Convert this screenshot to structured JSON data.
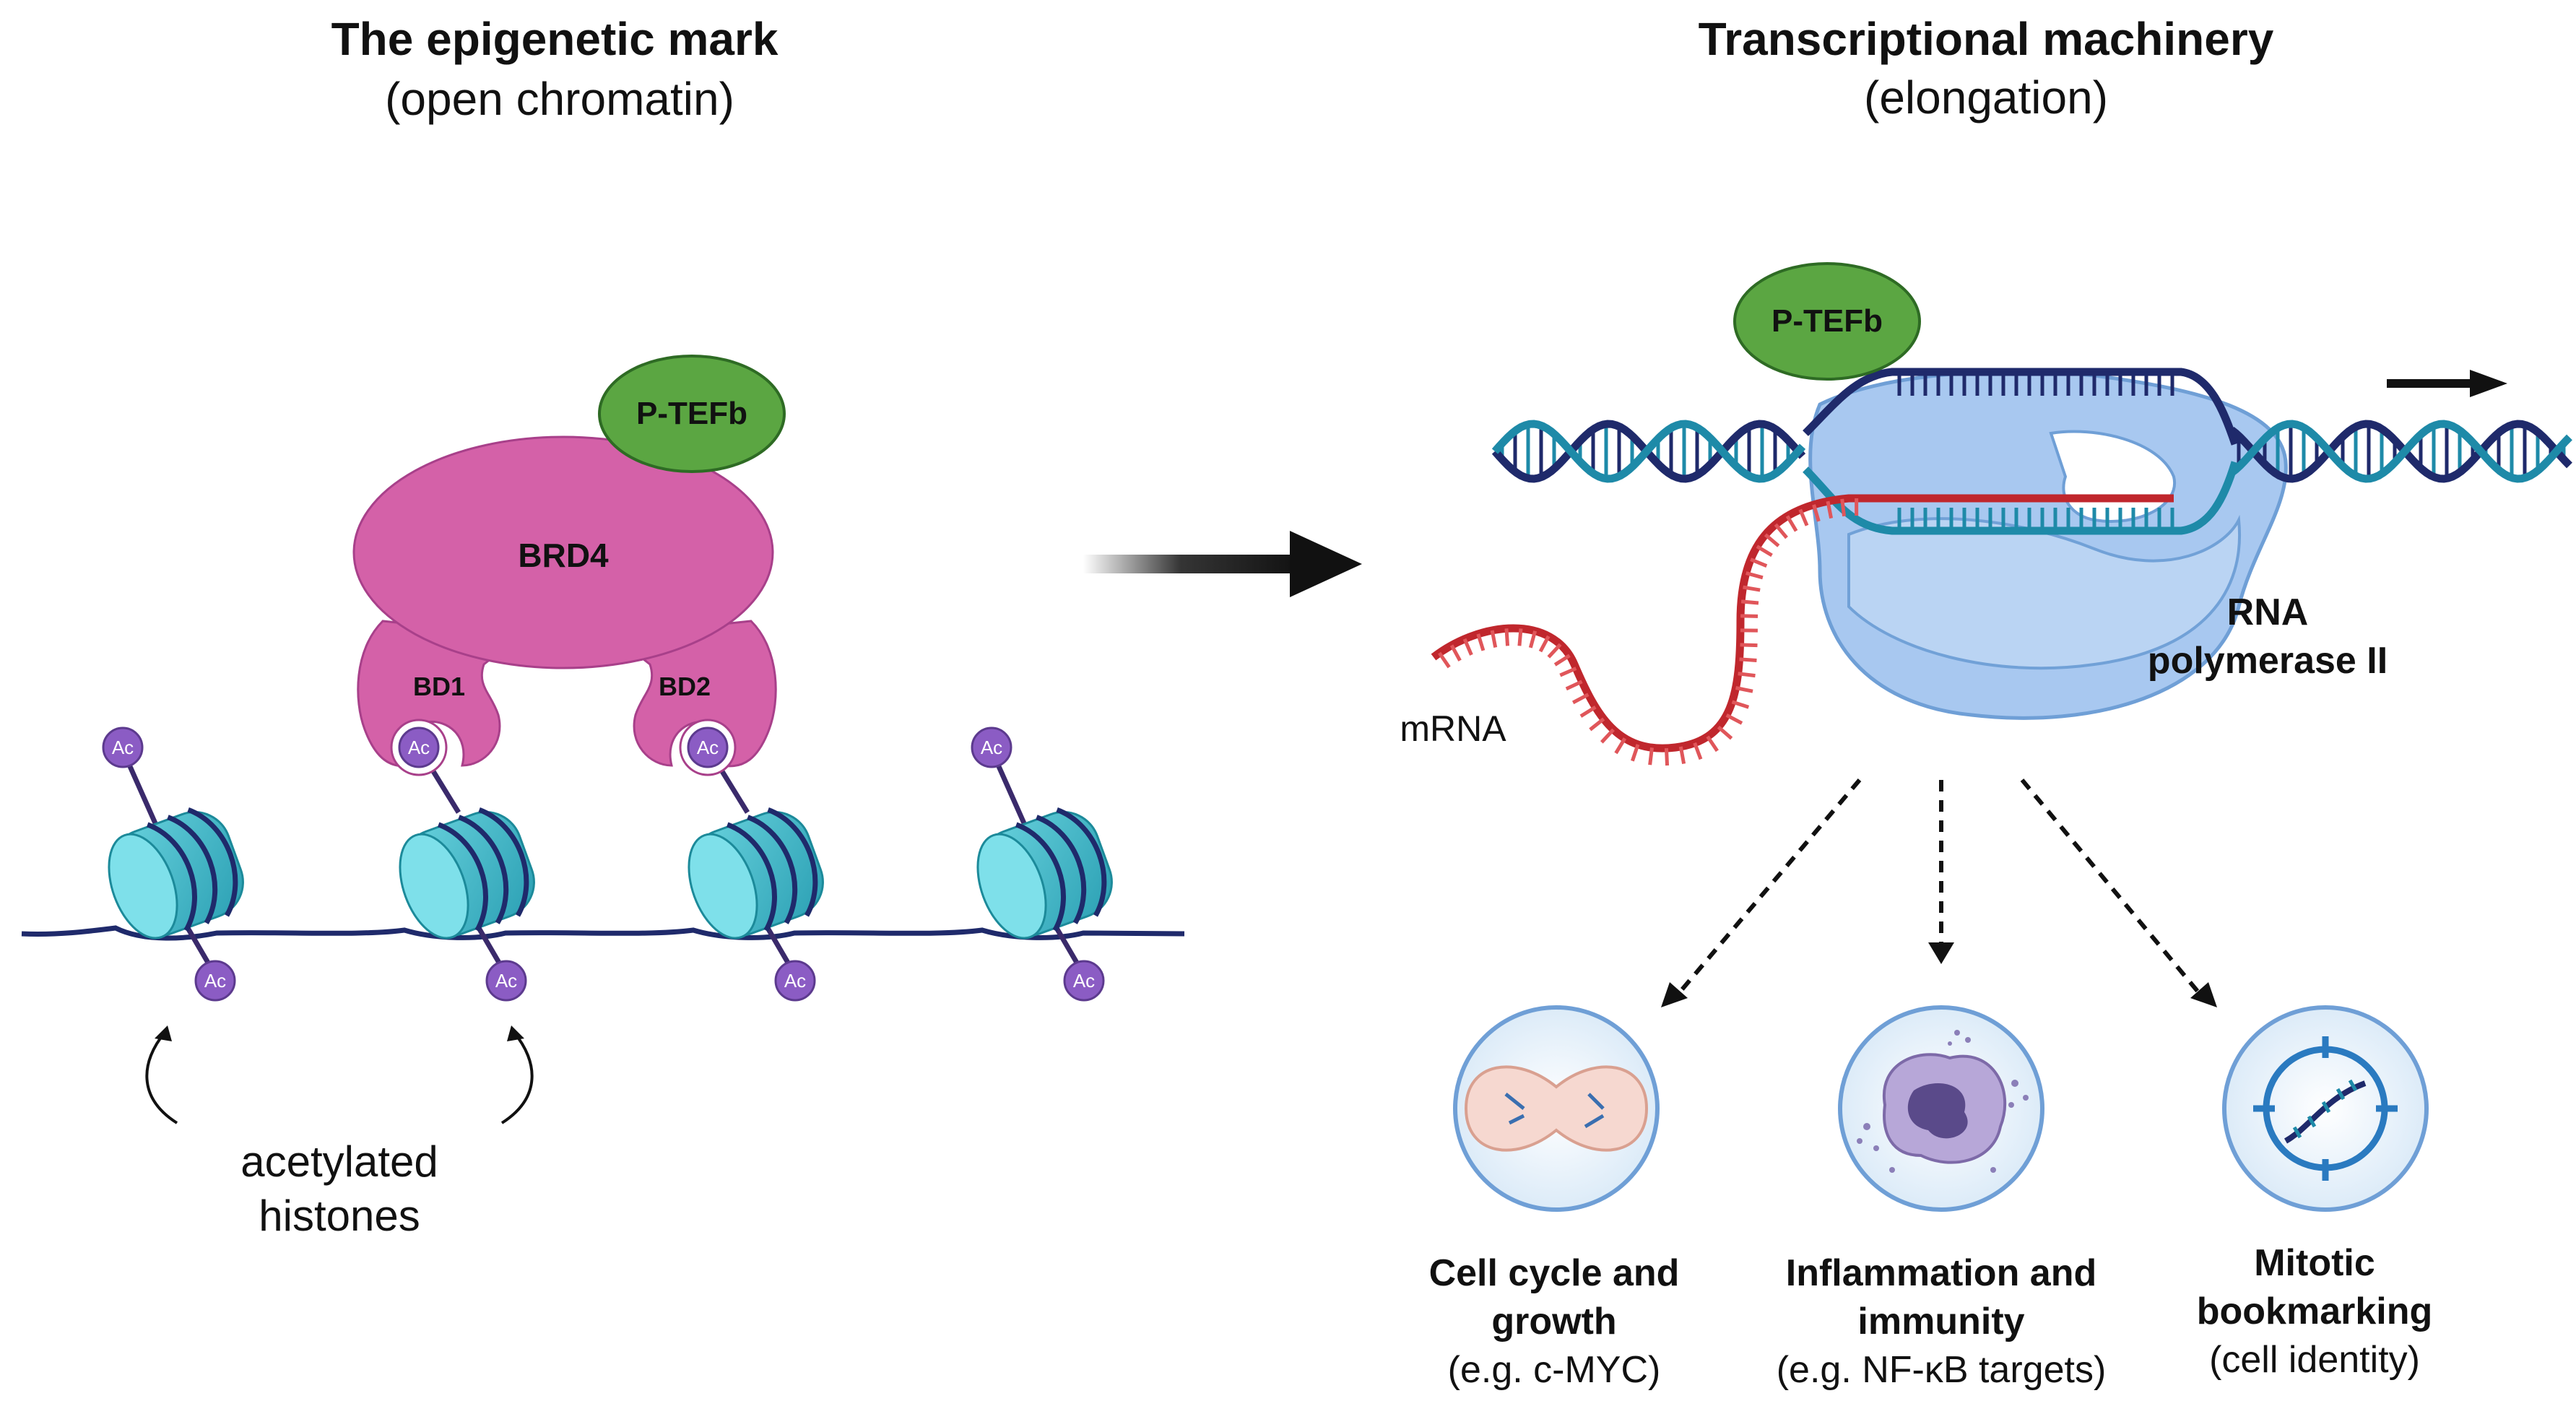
{
  "left_panel": {
    "title": "The epigenetic mark",
    "subtitle": "(open chromatin)",
    "brd4_label": "BRD4",
    "bd1_label": "BD1",
    "bd2_label": "BD2",
    "ptefb_label": "P-TEFb",
    "ac_label": "Ac",
    "acetylated_caption_line1": "acetylated",
    "acetylated_caption_line2": "histones"
  },
  "right_panel": {
    "title": "Transcriptional machinery",
    "subtitle": "(elongation)",
    "ptefb_label": "P-TEFb",
    "rnapol_line1": "RNA",
    "rnapol_line2": "polymerase II",
    "mrna_label": "mRNA"
  },
  "outcomes": [
    {
      "line1": "Cell cycle and",
      "line2": "growth",
      "line3": "(e.g. c-MYC)"
    },
    {
      "line1": "Inflammation and",
      "line2": "immunity",
      "line3": "(e.g. NF-κB targets)"
    },
    {
      "line1": "Mitotic",
      "line2": "bookmarking",
      "line3": "(cell identity)"
    }
  ],
  "colors": {
    "brd4": "#d461a8",
    "ptefb": "#5ba642",
    "nucleosome": "#3fb6c6",
    "ac": "#8b5cc4",
    "dna_dark": "#1f2a6b",
    "dna_teal": "#1e8aa8",
    "polymerase": "#a8c8f0",
    "mrna": "#c0272d"
  }
}
